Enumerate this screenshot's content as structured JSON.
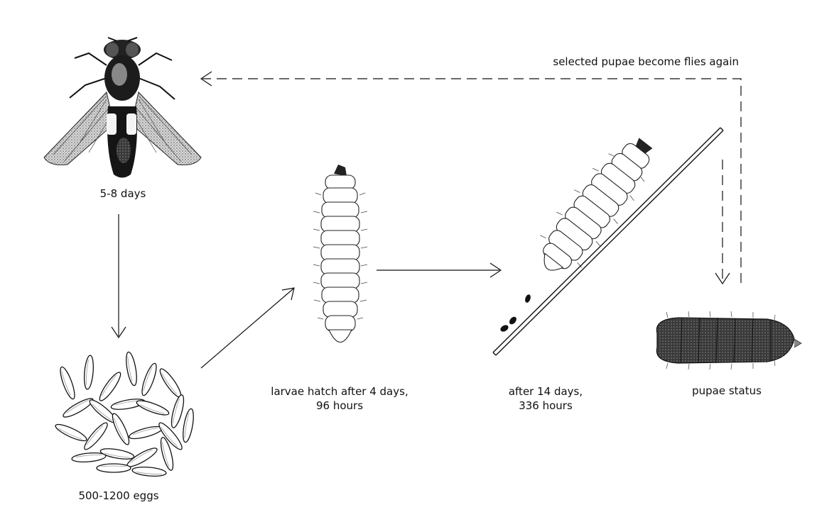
{
  "labels": {
    "adult": "5-8 days",
    "eggs": "500-1200 eggs",
    "larvae_line1": "larvae hatch after 4 days,",
    "larvae_line2": "96 hours",
    "larvae14_line1": "after 14 days,",
    "larvae14_line2": "336 hours",
    "pupae": "pupae status",
    "loop": "selected pupae become flies again"
  },
  "colors": {
    "ink": "#111111",
    "background": "#ffffff"
  }
}
